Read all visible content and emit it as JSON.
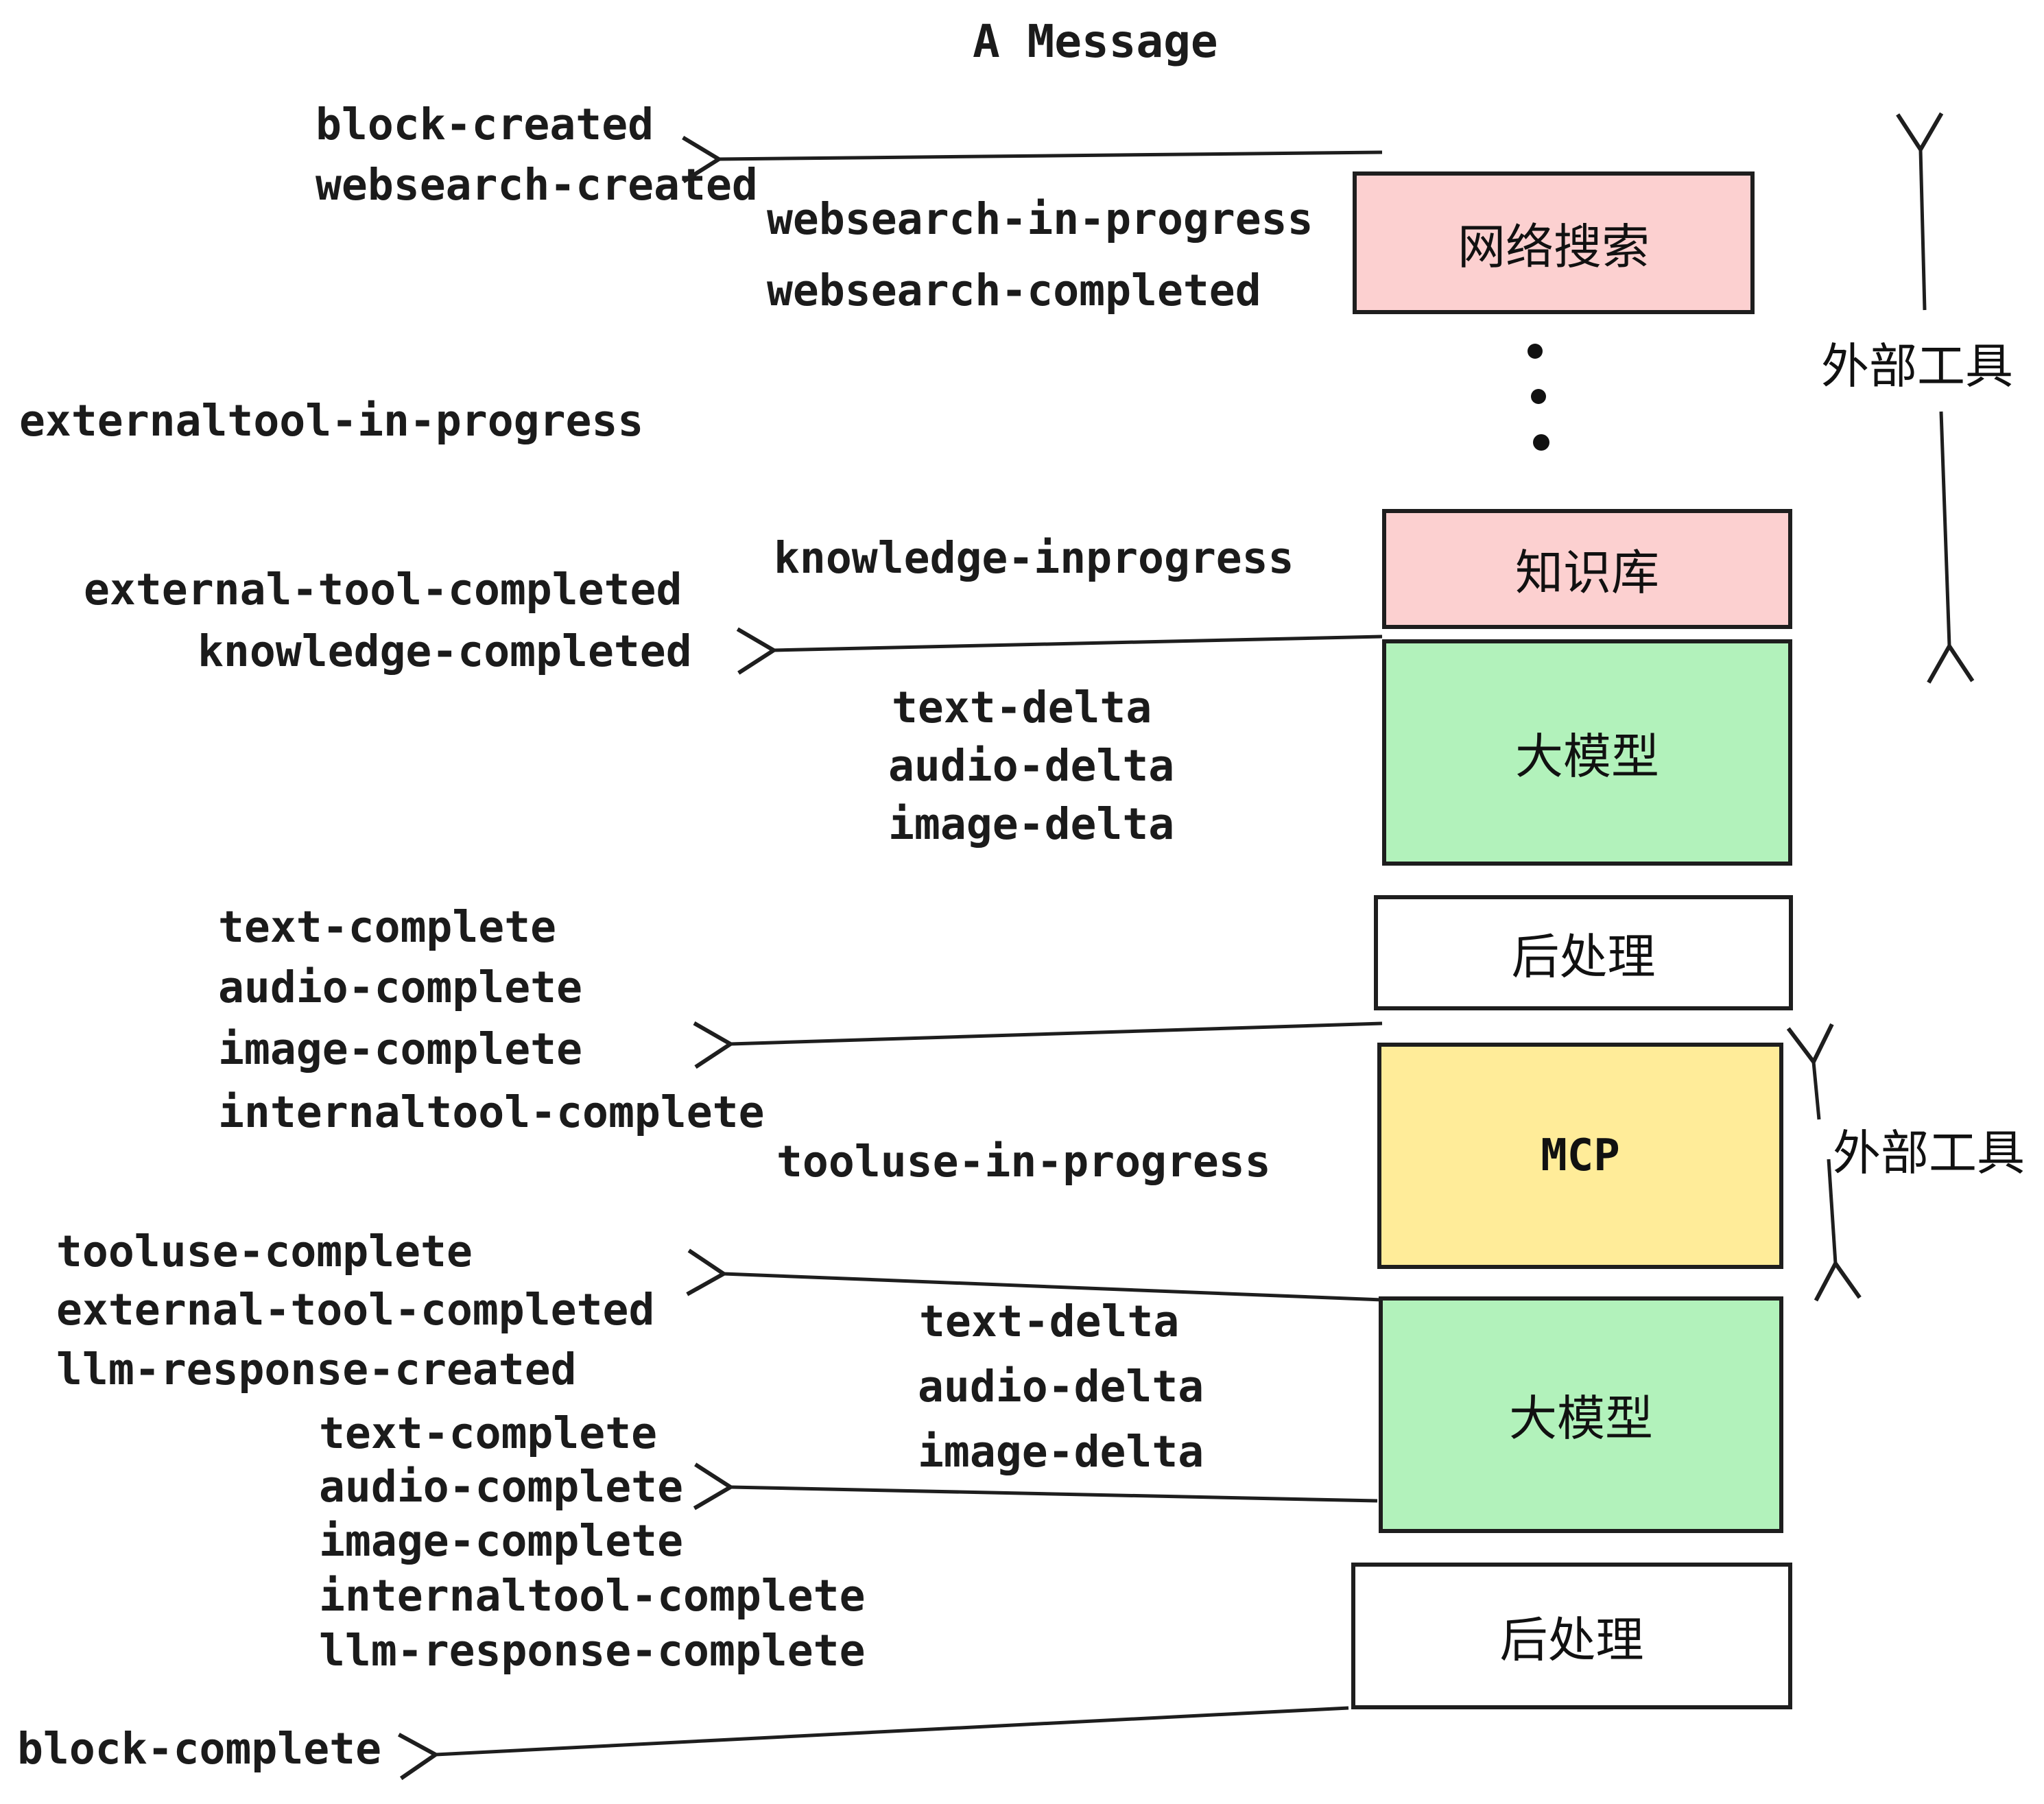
{
  "title": "A Message",
  "colors": {
    "box_pink": "#fcd0d0",
    "box_green": "#b2f2bb",
    "box_yellow": "#ffec99",
    "box_white": "#ffffff",
    "stroke": "#1e1e1e",
    "text": "#1b1b1b"
  },
  "boxes": {
    "websearch": {
      "label": "网络搜索"
    },
    "knowledge": {
      "label": "知识库"
    },
    "llm1": {
      "label": "大模型"
    },
    "post1": {
      "label": "后处理"
    },
    "mcp": {
      "label": "MCP"
    },
    "llm2": {
      "label": "大模型"
    },
    "post2": {
      "label": "后处理"
    }
  },
  "side_labels": {
    "external_tools_top": "外部工具",
    "external_tools_bottom": "外部工具"
  },
  "events": {
    "block_created": "block-created",
    "websearch_created": "websearch-created",
    "websearch_in_progress": "websearch-in-progress",
    "websearch_completed": "websearch-completed",
    "externaltool_in_progress": "externaltool-in-progress",
    "external_tool_completed_1": "external-tool-completed",
    "knowledge_completed": "knowledge-completed",
    "knowledge_inprogress": "knowledge-inprogress",
    "text_delta_1": "text-delta",
    "audio_delta_1": "audio-delta",
    "image_delta_1": "image-delta",
    "text_complete_1": "text-complete",
    "audio_complete_1": "audio-complete",
    "image_complete_1": "image-complete",
    "internaltool_complete_1": "internaltool-complete",
    "tooluse_in_progress": "tooluse-in-progress",
    "tooluse_complete": "tooluse-complete",
    "external_tool_completed_2": "external-tool-completed",
    "llm_response_created": "llm-response-created",
    "text_delta_2": "text-delta",
    "audio_delta_2": "audio-delta",
    "image_delta_2": "image-delta",
    "text_complete_2": "text-complete",
    "audio_complete_2": "audio-complete",
    "image_complete_2": "image-complete",
    "internaltool_complete_2": "internaltool-complete",
    "llm_response_complete": "llm-response-complete",
    "block_complete": "block-complete"
  }
}
